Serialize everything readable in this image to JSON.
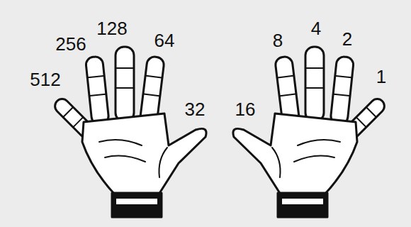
{
  "diagram": {
    "labels": [
      "512",
      "256",
      "128",
      "64",
      "32",
      "16",
      "8",
      "4",
      "2",
      "1"
    ]
  }
}
